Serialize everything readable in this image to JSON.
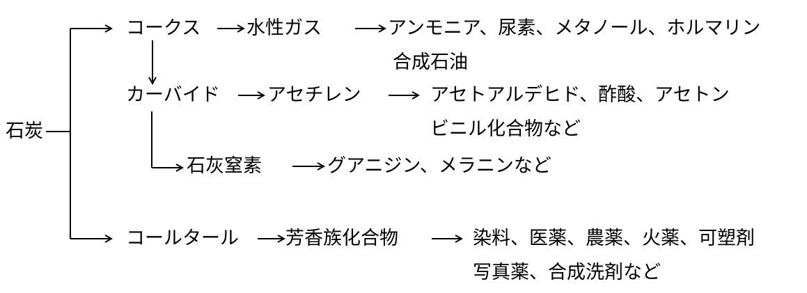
{
  "root": "石炭",
  "branch_coke": {
    "source": "コークス",
    "intermediate": "水性ガス",
    "products_line1": "アンモニア、尿素、メタノール、ホルマリン",
    "products_line2": "合成石油"
  },
  "branch_carbide": {
    "source": "カーバイド",
    "intermediate": "アセチレン",
    "products_line1": "アセトアルデヒド、酢酸、アセトン",
    "products_line2": "ビニル化合物など"
  },
  "branch_lime_nitrogen": {
    "source": "石灰窒素",
    "products_line1": "グアニジン、メラニンなど"
  },
  "branch_coal_tar": {
    "source": "コールタール",
    "intermediate": "芳香族化合物",
    "products_line1": "染料、医薬、農薬、火薬、可塑剤",
    "products_line2": "写真薬、合成洗剤など"
  },
  "colors": {
    "ink": "#000000",
    "background": "#ffffff"
  }
}
